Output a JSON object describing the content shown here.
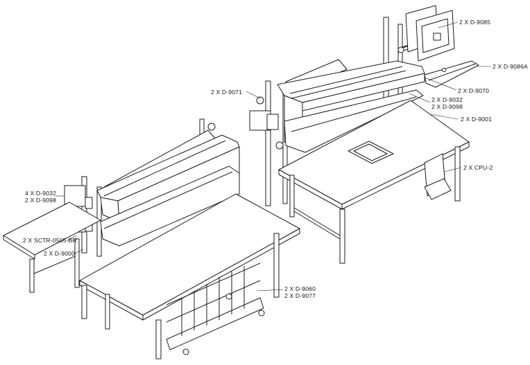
{
  "colors": {
    "background": "#ffffff",
    "line": "#1a1a1a",
    "text": "#111111"
  },
  "labels": {
    "d9085": "2 X D-9085",
    "d9086a": "2 X D-9086A",
    "d9070": "2 X D-9070",
    "d9032_right": "2 X D-9032",
    "d9098_right": "2 X D-9098",
    "d9071": "2 X D-9071",
    "d9001": "2 X D-9001",
    "cpu2": "2 X CPU-2",
    "d9032_left": "4 X D-9032",
    "d9098_left": "2 X D-9098",
    "sctr": "2 X SCTR-0505-BR",
    "d9000": "2 X D-9000",
    "d9060": "2 X D-9060",
    "d9077": "2 X D-9077"
  }
}
